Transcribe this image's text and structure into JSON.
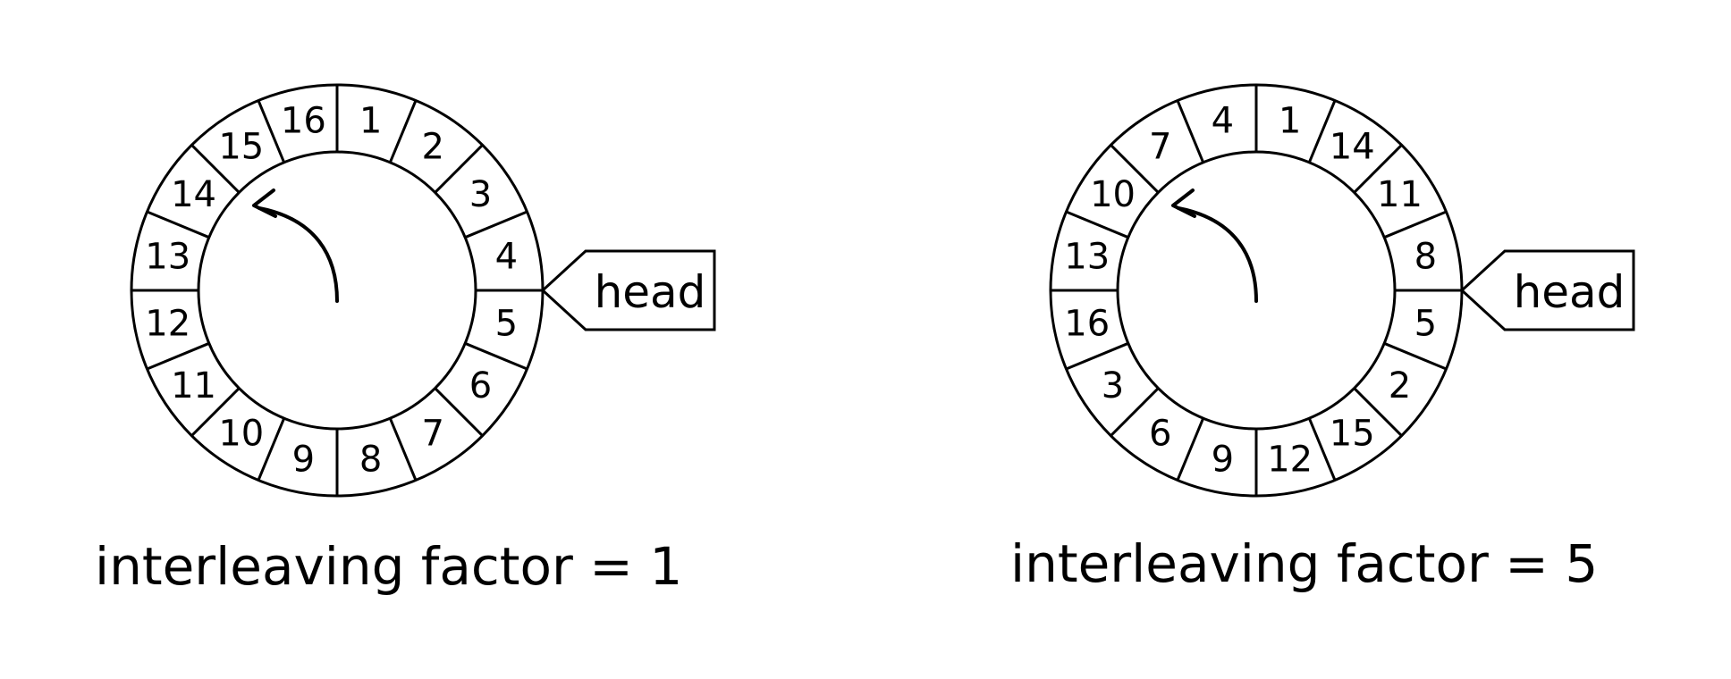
{
  "colors": {
    "stroke": "#000000",
    "background": "#ffffff"
  },
  "disks": [
    {
      "sectors": [
        "1",
        "2",
        "3",
        "4",
        "5",
        "6",
        "7",
        "8",
        "9",
        "10",
        "11",
        "12",
        "13",
        "14",
        "15",
        "16"
      ],
      "head_label": "head",
      "caption": "interleaving factor = 1",
      "rotation_indicator": "counterclockwise-arrow-icon"
    },
    {
      "sectors": [
        "1",
        "14",
        "11",
        "8",
        "5",
        "2",
        "15",
        "12",
        "9",
        "6",
        "3",
        "16",
        "13",
        "10",
        "7",
        "4"
      ],
      "head_label": "head",
      "caption": "interleaving factor = 5",
      "rotation_indicator": "counterclockwise-arrow-icon"
    }
  ]
}
